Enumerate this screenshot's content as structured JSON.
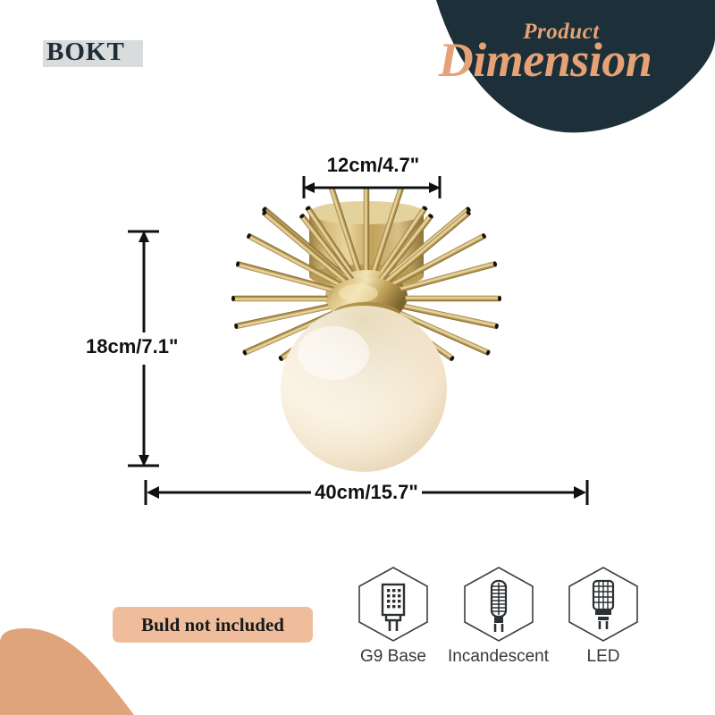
{
  "brand": {
    "logo_text": "BOKT"
  },
  "header": {
    "eyebrow": "Product",
    "title": "Dimension",
    "banner_color": "#1d2f38",
    "text_color": "#e5a276"
  },
  "dimensions": {
    "width_top": "12cm/4.7\"",
    "height_left": "18cm/7.1\"",
    "width_bottom": "40cm/15.7\"",
    "line_color": "#111111"
  },
  "notice": {
    "label": "Buld not included",
    "background": "#efbd9b",
    "text_color": "#1a1a1a"
  },
  "features": [
    {
      "icon": "g9-bulb-icon",
      "label": "G9 Base"
    },
    {
      "icon": "incandescent-bulb-icon",
      "label": "Incandescent"
    },
    {
      "icon": "led-bulb-icon",
      "label": "LED"
    }
  ],
  "product": {
    "name": "sunburst-flush-mount-light",
    "brass_color": "#c9a961",
    "globe_color": "#fdf8ef"
  },
  "decoration": {
    "swoosh_color": "#e0a47c"
  }
}
